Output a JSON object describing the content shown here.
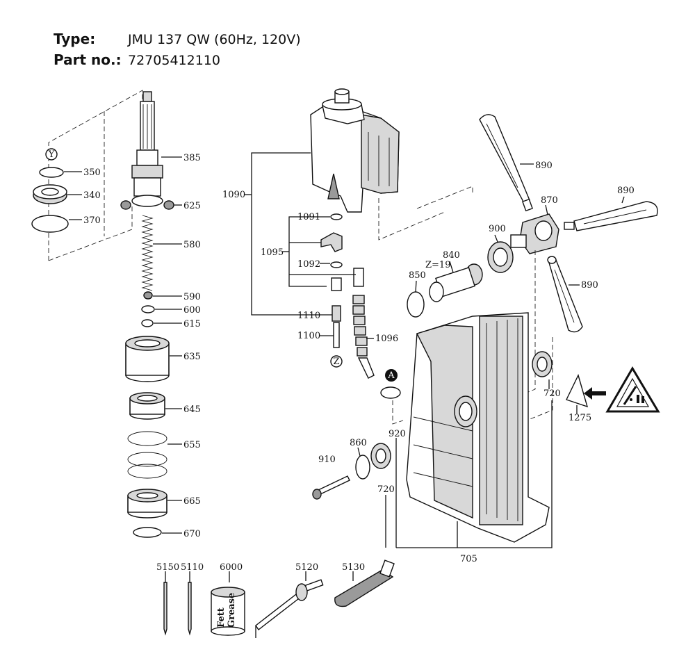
{
  "header": {
    "type_label": "Type:",
    "type_value": "JMU 137 QW (60Hz, 120V)",
    "part_label": "Part no.:",
    "part_value": "72705412110"
  },
  "diagram": {
    "markers": {
      "y": "Y",
      "z": "Z",
      "a": "A"
    },
    "gear_teeth_label": "Z=19",
    "grease_can_text": [
      "Fett",
      "Grease"
    ],
    "part_numbers": {
      "p350": "350",
      "p340": "340",
      "p370": "370",
      "p385": "385",
      "p625": "625",
      "p580": "580",
      "p590": "590",
      "p600": "600",
      "p615": "615",
      "p635": "635",
      "p645": "645",
      "p655": "655",
      "p665": "665",
      "p670": "670",
      "p1090": "1090",
      "p1091": "1091",
      "p1095": "1095",
      "p1092": "1092",
      "p1110": "1110",
      "p1100": "1100",
      "p1096": "1096",
      "p890a": "890",
      "p870": "870",
      "p890b": "890",
      "p900": "900",
      "p840": "840",
      "p850": "850",
      "p890c": "890",
      "p720a": "720",
      "p1275": "1275",
      "p920": "920",
      "p860": "860",
      "p910": "910",
      "p720b": "720",
      "p705": "705",
      "p5150": "5150",
      "p5110": "5110",
      "p6000": "6000",
      "p5120": "5120",
      "p5130": "5130"
    }
  }
}
